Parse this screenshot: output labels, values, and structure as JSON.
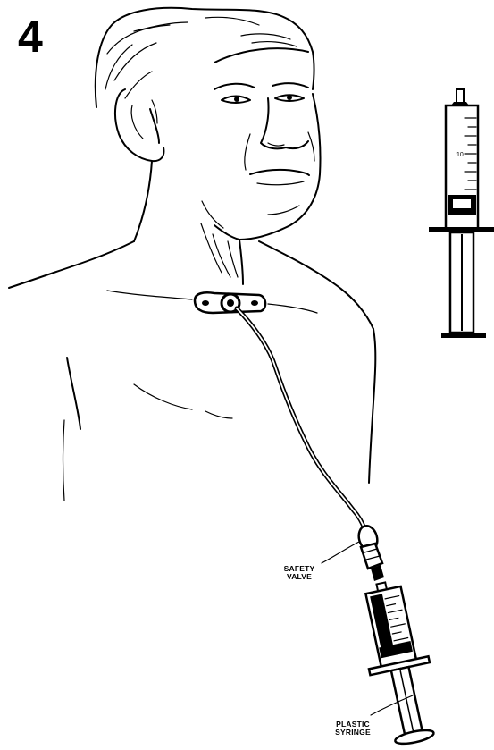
{
  "step_number": "4",
  "labels": {
    "safety_valve": [
      "SAFETY",
      "VALVE"
    ],
    "plastic_syringe": [
      "PLASTIC",
      "SYRINGE"
    ]
  }
}
